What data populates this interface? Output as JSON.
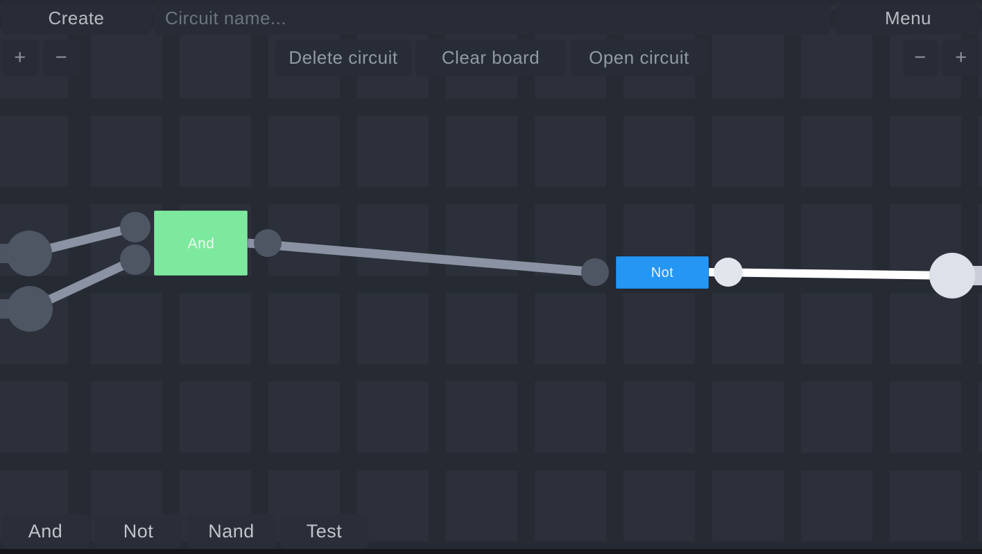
{
  "top_bar": {
    "create_label": "Create",
    "circuit_name_placeholder": "Circuit name...",
    "menu_label": "Menu",
    "delete_circuit_label": "Delete circuit",
    "clear_board_label": "Clear board",
    "open_circuit_label": "Open circuit",
    "zoom_in_label": "+",
    "zoom_out_label": "−"
  },
  "palette": {
    "items": [
      {
        "label": "And"
      },
      {
        "label": "Not"
      },
      {
        "label": "Nand"
      },
      {
        "label": "Test"
      }
    ]
  },
  "circuit": {
    "gates": [
      {
        "type": "AND",
        "label": "And",
        "color": "#7de99f"
      },
      {
        "type": "NOT",
        "label": "Not",
        "color": "#2596f4"
      }
    ],
    "inputs": [
      {
        "name": "input-switch-1",
        "state": "off"
      },
      {
        "name": "input-switch-2",
        "state": "off"
      }
    ],
    "output_lamp": {
      "state": "on"
    },
    "wires": [
      {
        "from": "input-switch-1",
        "to": "and-input-1",
        "state": "off"
      },
      {
        "from": "input-switch-2",
        "to": "and-input-2",
        "state": "off"
      },
      {
        "from": "and-output",
        "to": "not-input",
        "state": "off"
      },
      {
        "from": "not-output",
        "to": "output-lamp",
        "state": "on"
      }
    ]
  },
  "colors": {
    "wire_off": "#8a92a3",
    "wire_on": "#ffffff",
    "node_off": "#4f5663",
    "stub_off": "#4d5462",
    "node_on": "#e2e5eb",
    "lamp_on": "#dde1e9",
    "lamp_stub": "#c9ced8"
  }
}
